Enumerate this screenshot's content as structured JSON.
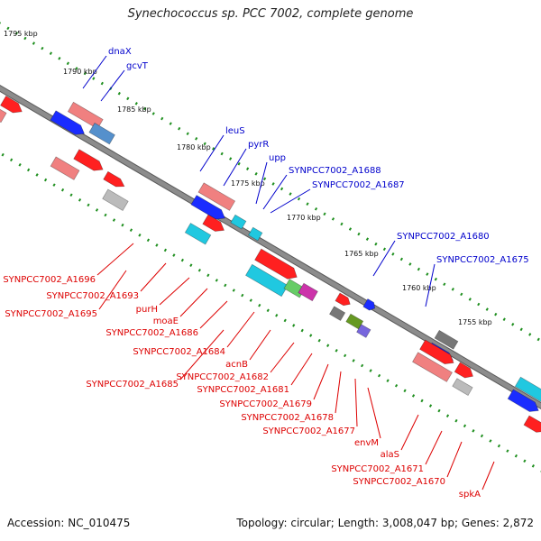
{
  "title": "Synechococcus sp. PCC 7002, complete genome",
  "footer": {
    "accession": "Accession: NC_010475",
    "summary": "Topology: circular; Length: 3,008,047 bp; Genes: 2,872"
  },
  "colors": {
    "backbone": "#8c8c8c",
    "dots": "#1f8f1f",
    "forward_label": "#0000cc",
    "reverse_label": "#dd0000",
    "gene_red": "#ff2020",
    "gene_pink": "#f08080",
    "gene_blue": "#1a2cff",
    "gene_cyan": "#20c8e0",
    "gene_gray": "#777777"
  },
  "ticks": [
    "1795 kbp",
    "1790 kbp",
    "1785 kbp",
    "1780 kbp",
    "1775 kbp",
    "1770 kbp",
    "1765 kbp",
    "1760 kbp",
    "1755 kbp"
  ],
  "forward_labels": [
    "dnaX",
    "gcvT",
    "leuS",
    "pyrR",
    "upp",
    "SYNPCC7002_A1688",
    "SYNPCC7002_A1687",
    "SYNPCC7002_A1680",
    "SYNPCC7002_A1675"
  ],
  "reverse_labels": [
    "SYNPCC7002_A1696",
    "SYNPCC7002_A1693",
    "SYNPCC7002_A1695",
    "purH",
    "moaE",
    "SYNPCC7002_A1686",
    "SYNPCC7002_A1684",
    "acnB",
    "SYNPCC7002_A1685",
    "SYNPCC7002_A1682",
    "SYNPCC7002_A1681",
    "SYNPCC7002_A1679",
    "SYNPCC7002_A1678",
    "SYNPCC7002_A1677",
    "envM",
    "alaS",
    "SYNPCC7002_A1671",
    "SYNPCC7002_A1670",
    "spkA"
  ]
}
